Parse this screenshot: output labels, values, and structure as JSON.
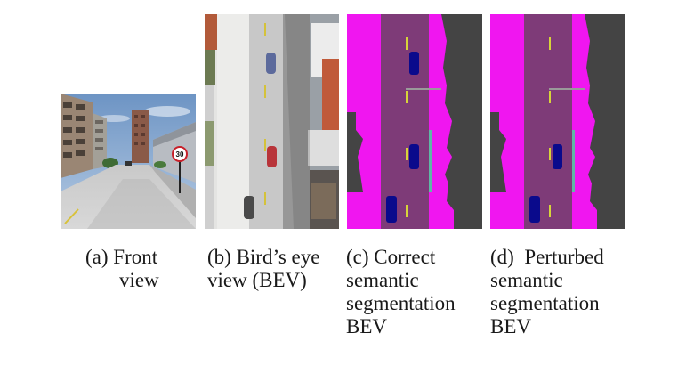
{
  "figure": {
    "panels": [
      {
        "id": "a",
        "caption_lines": [
          "(a) Front",
          "view"
        ],
        "icon": "front-camera-street-photo",
        "sign_text": "30"
      },
      {
        "id": "b",
        "caption_lines": [
          "(b) Bird’s eye",
          "view (BEV)"
        ],
        "icon": "aerial-road-photo"
      },
      {
        "id": "c",
        "caption_lines": [
          "(c) Correct",
          "semantic",
          "segmentation",
          "BEV"
        ],
        "icon": "semantic-segmentation-map"
      },
      {
        "id": "d",
        "caption_lines": [
          "(d)  Perturbed",
          "semantic",
          "segmentation",
          "BEV"
        ],
        "icon": "perturbed-segmentation-map"
      }
    ],
    "segmentation_colors": {
      "road": "#7e3b78",
      "sidewalk": "#f016f0",
      "building": "#444444",
      "vehicle": "#0a0a8c",
      "lane_marking": "#d6d43a",
      "pole": "#9a9a9a",
      "fence": "#5fb7a6"
    }
  }
}
